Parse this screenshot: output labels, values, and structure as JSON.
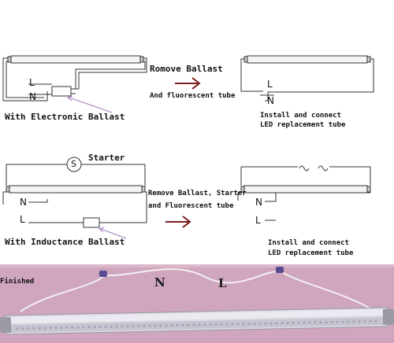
{
  "section1": {
    "left": {
      "L": "L",
      "N": "N",
      "caption": "With Electronic Ballast"
    },
    "arrow_top": "Romove Ballast",
    "arrow_bottom": "And fluorescent tube",
    "right": {
      "L": "L",
      "N": "N",
      "caption_line1": "Install and connect",
      "caption_line2": "LED replacement tube"
    }
  },
  "section2": {
    "left": {
      "starter_symbol": "S",
      "starter_label": "Starter",
      "N": "N",
      "L": "L",
      "caption": "With Inductance Ballast"
    },
    "arrow_top": "Remove Ballast, Starter",
    "arrow_bottom": "and Fluorescent tube",
    "right": {
      "N": "N",
      "L": "L",
      "caption_line1": "Install and connect",
      "caption_line2": "LED replacement tube"
    }
  },
  "photo": {
    "title": "Finished",
    "N": "N",
    "L": "L"
  },
  "colors": {
    "arrow": "#7a1c1c",
    "pointer": "#a07ac0",
    "photo_bg": "#cfa6bd",
    "wire": "#333333"
  }
}
